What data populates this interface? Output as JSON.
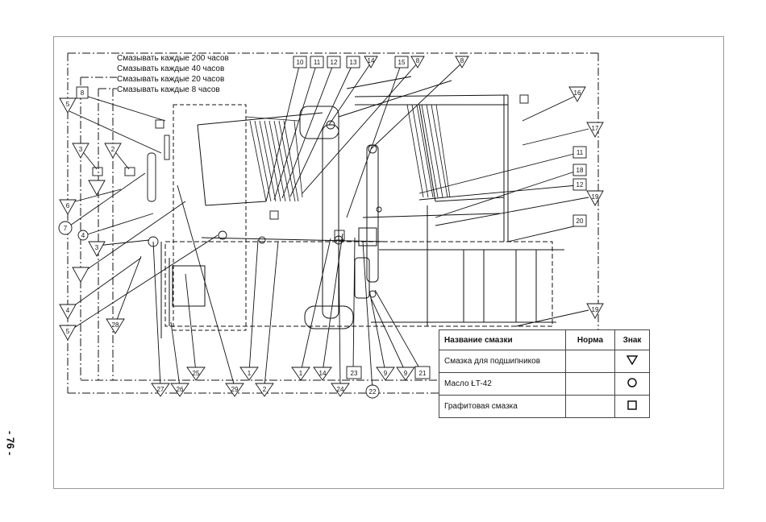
{
  "page": {
    "number": "- 76 -"
  },
  "intervals": {
    "every_200": "Смазывать каждые 200 часов",
    "every_40": "Смазывать каждые 40 часов",
    "every_20": "Смазывать каждые 20 часов",
    "every_8": "Смазывать каждые 8 часов"
  },
  "legend_table": {
    "headers": {
      "name": "Название смазки",
      "norm": "Норма",
      "sign": "Знак"
    },
    "rows": [
      {
        "name": "Смазка для подшипников",
        "norm": "",
        "sign": "▽",
        "symbol": "triangle"
      },
      {
        "name": "Масло ŁT-42",
        "norm": "",
        "sign": "O",
        "symbol": "circle"
      },
      {
        "name": "Графитовая смазка",
        "norm": "",
        "sign": "□",
        "symbol": "square"
      }
    ]
  },
  "callouts": {
    "top_row": [
      "10",
      "11",
      "12",
      "13",
      "14",
      "15",
      "8",
      "8"
    ],
    "left_column": [
      "8",
      "5",
      "3",
      "2",
      "6",
      "7",
      "4",
      "3",
      "4",
      "5",
      "28"
    ],
    "right_column": [
      "16",
      "17",
      "11",
      "18",
      "12",
      "19",
      "20",
      "19"
    ],
    "bottom_row": [
      "27",
      "26",
      "25",
      "29",
      "1",
      "2",
      "1",
      "14",
      "24",
      "23",
      "22",
      "9",
      "9",
      "21"
    ]
  }
}
